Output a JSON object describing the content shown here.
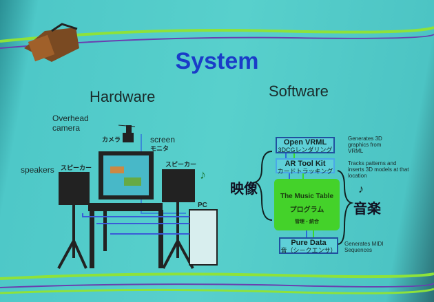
{
  "title": "System",
  "hardware": {
    "heading": "Hardware",
    "camera_en": "Overhead camera",
    "camera_jp": "カメラ",
    "screen_en": "screen",
    "screen_jp": "モニタ",
    "speakers_en": "speakers",
    "speakers_jp_left": "スピーカー",
    "speakers_jp_right": "スピーカー",
    "pc": "PC"
  },
  "software": {
    "heading": "Software",
    "openvrml": {
      "name": "Open VRML",
      "sub": "3DCGレンダリング",
      "note": "Generates 3D graphics from VRML"
    },
    "artoolkit": {
      "name": "AR Tool Kit",
      "sub": "カードトラッキング",
      "note": "Tracks patterns and inserts 3D models at that location"
    },
    "core": {
      "name": "The Music Table",
      "sub": "プログラム",
      "sub2": "管理・統合"
    },
    "puredata": {
      "name": "Pure Data",
      "sub": "音（シークエンサ）",
      "note": "Generates MIDI Sequences"
    },
    "video_label": "映像",
    "music_label": "音楽"
  },
  "colors": {
    "slide": "#58d0cc",
    "title": "#1a3cc8",
    "core": "#44d22a"
  }
}
